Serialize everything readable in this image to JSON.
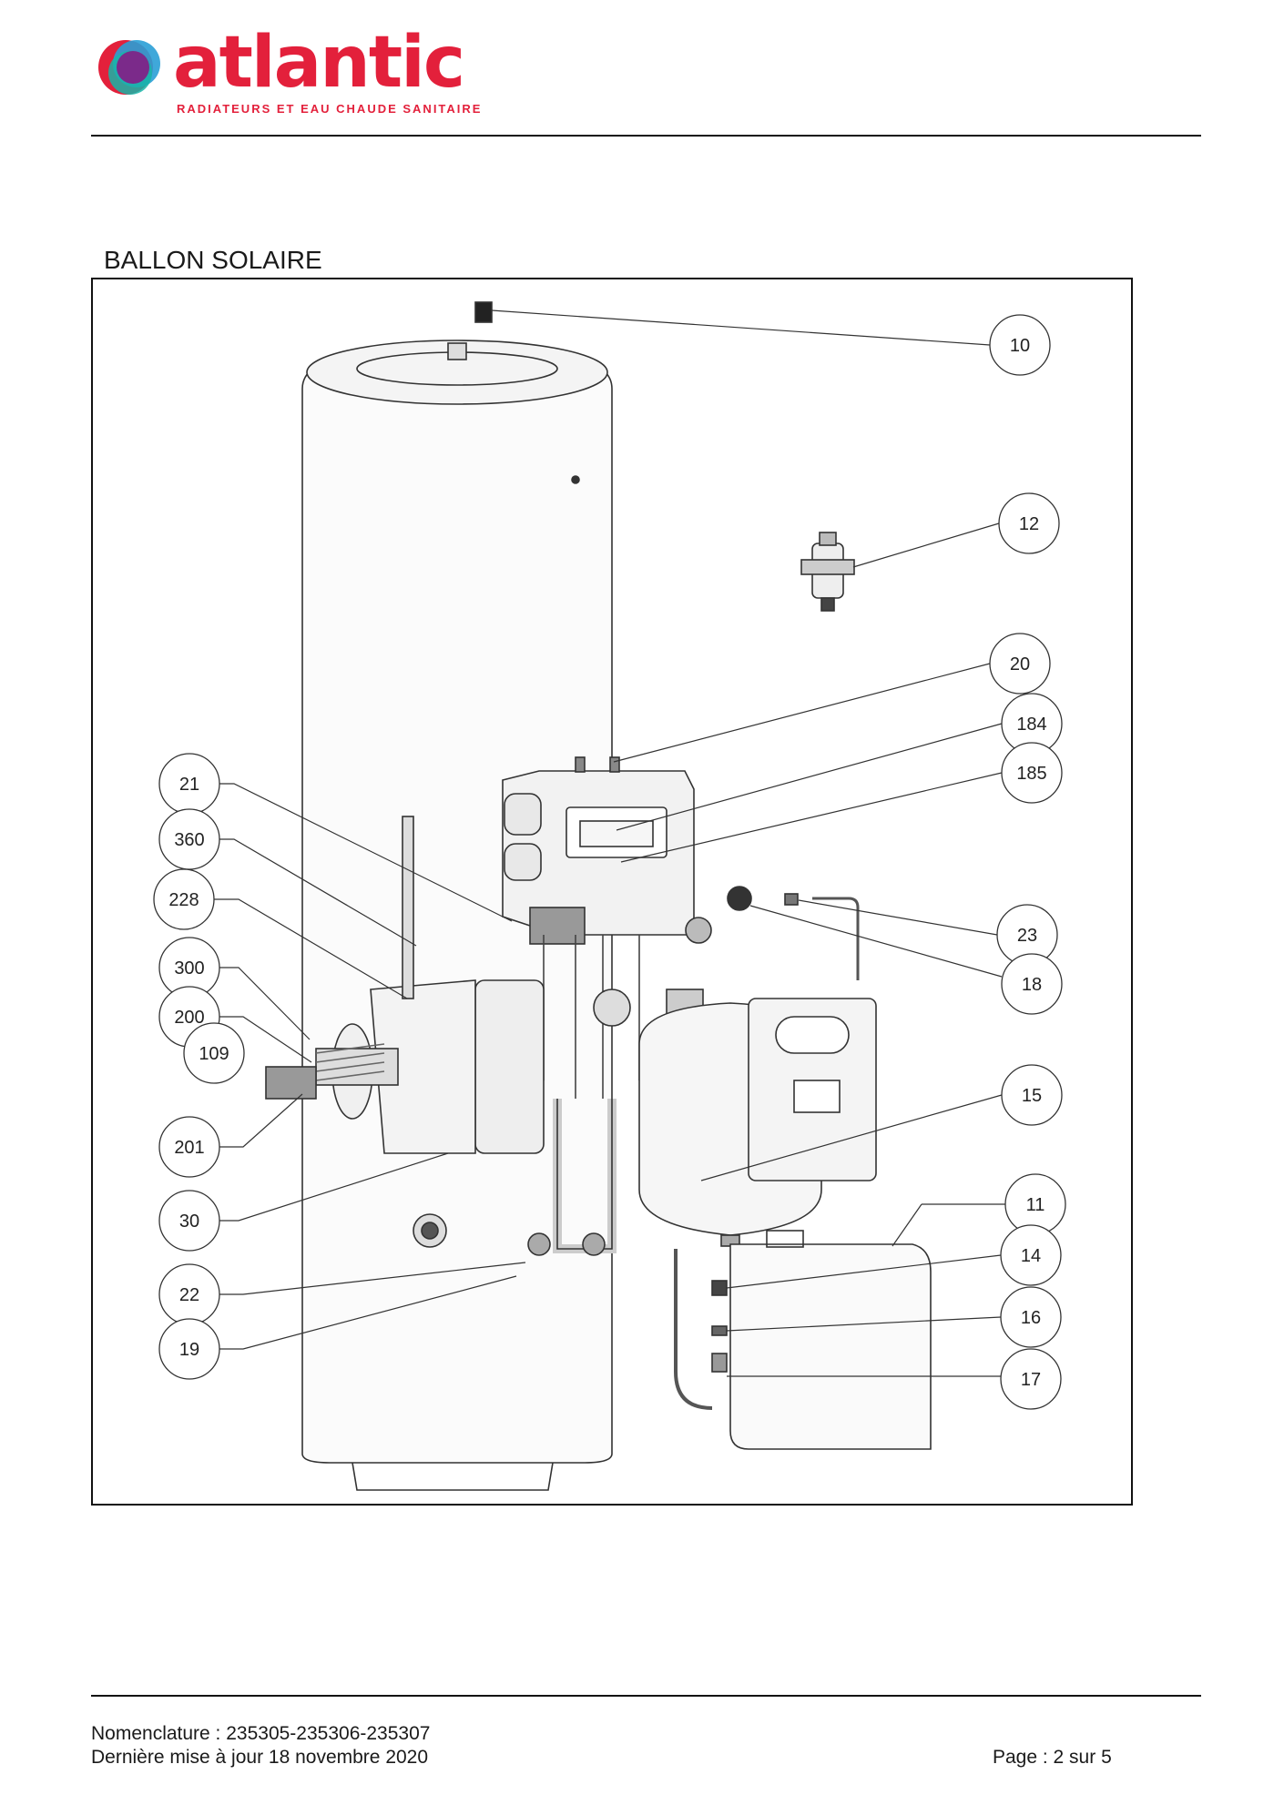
{
  "brand": {
    "name": "atlantic",
    "tagline": "RADIATEURS ET EAU CHAUDE SANITAIRE",
    "colors": {
      "red": "#e3203b",
      "purple": "#7b2a8a",
      "blue": "#2a9fd6",
      "teal": "#18b5a8"
    }
  },
  "section": {
    "title": "BALLON SOLAIRE"
  },
  "diagram": {
    "callouts": [
      {
        "id": "c10",
        "label": "10"
      },
      {
        "id": "c12",
        "label": "12"
      },
      {
        "id": "c20",
        "label": "20"
      },
      {
        "id": "c184",
        "label": "184"
      },
      {
        "id": "c185",
        "label": "185"
      },
      {
        "id": "c23",
        "label": "23"
      },
      {
        "id": "c18",
        "label": "18"
      },
      {
        "id": "c15",
        "label": "15"
      },
      {
        "id": "c11",
        "label": "11"
      },
      {
        "id": "c14",
        "label": "14"
      },
      {
        "id": "c16",
        "label": "16"
      },
      {
        "id": "c17",
        "label": "17"
      },
      {
        "id": "c21",
        "label": "21"
      },
      {
        "id": "c360",
        "label": "360"
      },
      {
        "id": "c228",
        "label": "228"
      },
      {
        "id": "c300",
        "label": "300"
      },
      {
        "id": "c200",
        "label": "200"
      },
      {
        "id": "c109",
        "label": "109"
      },
      {
        "id": "c201",
        "label": "201"
      },
      {
        "id": "c30",
        "label": "30"
      },
      {
        "id": "c22",
        "label": "22"
      },
      {
        "id": "c19",
        "label": "19"
      }
    ]
  },
  "footer": {
    "nomenclature": "Nomenclature : 235305-235306-235307",
    "last_update": "Dernière mise à jour 18 novembre 2020",
    "page": "Page : 2 sur 5"
  }
}
